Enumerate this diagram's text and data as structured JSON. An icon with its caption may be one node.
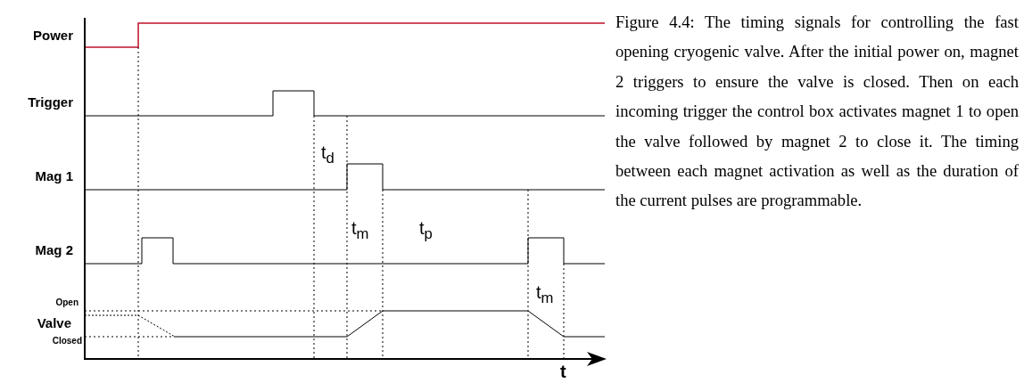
{
  "diagram": {
    "caption": "Figure 4.4: The timing signals for controlling the fast opening cryogenic valve. After the initial power on, magnet 2 triggers to ensure the valve is closed. Then on each incoming trigger the control box activates magnet 1 to open the valve followed by magnet 2 to close it. The timing between each magnet activation as well as the duration of the current pulses are programmable.",
    "labels": [
      "Power",
      "Trigger",
      "Mag 1",
      "Mag 2",
      "Open",
      "Valve",
      "Closed",
      "t$_{d}$",
      "t$_{m}$",
      "t$_{p}$",
      "t$_{m}$",
      "t"
    ]
  }
}
